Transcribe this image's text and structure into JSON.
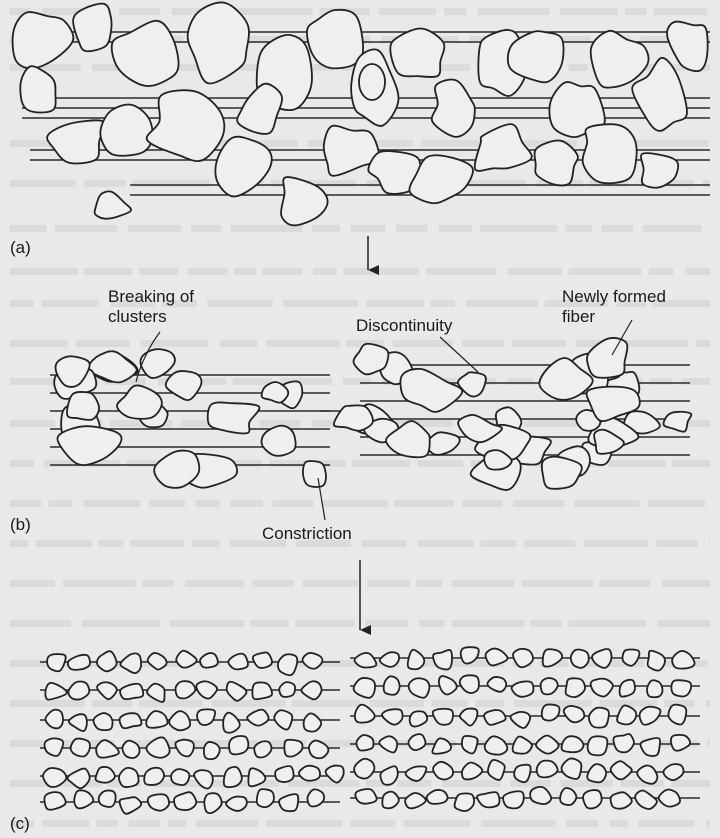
{
  "colors": {
    "background": "#e9e9e7",
    "ink": "#222222",
    "bleed_text": "#cfcfcc"
  },
  "panels": [
    {
      "id": "a",
      "label": "(a)"
    },
    {
      "id": "b",
      "label": "(b)"
    },
    {
      "id": "c",
      "label": "(c)"
    }
  ],
  "annotations": {
    "breaking_of_clusters": "Breaking of\nclusters",
    "discontinuity": "Discontinuity",
    "newly_formed_fiber": "Newly formed\nfiber",
    "constriction": "Constriction"
  }
}
